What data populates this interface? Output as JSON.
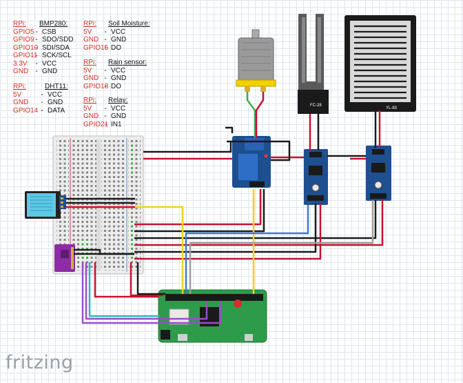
{
  "legend": {
    "bmp280": {
      "header_pin": "RPi:",
      "title": "BMP280:",
      "rows": [
        {
          "pin": "GPIO5",
          "signal": "CSB"
        },
        {
          "pin": "GPIO9",
          "signal": "SDO/SDD"
        },
        {
          "pin": "GPIO10",
          "signal": "SDI/SDA"
        },
        {
          "pin": "GPIO11",
          "signal": "SCK/SCL"
        },
        {
          "pin": "3.3V",
          "signal": "VCC"
        },
        {
          "pin": "GND",
          "signal": "GND"
        }
      ]
    },
    "dht11": {
      "header_pin": "RPi:",
      "title": "DHT11:",
      "rows": [
        {
          "pin": "5V",
          "signal": "VCC"
        },
        {
          "pin": "GND",
          "signal": "GND"
        },
        {
          "pin": "GPIO14",
          "signal": "DATA"
        }
      ]
    },
    "soil": {
      "header_pin": "RPi:",
      "title": "Soil Moisture:",
      "rows": [
        {
          "pin": "5V",
          "signal": "VCC"
        },
        {
          "pin": "GND",
          "signal": "GND"
        },
        {
          "pin": "GPIO15",
          "signal": "DO"
        }
      ]
    },
    "rain": {
      "header_pin": "RPi:",
      "title": "Rain sensor:",
      "rows": [
        {
          "pin": "5V",
          "signal": "VCC"
        },
        {
          "pin": "GND",
          "signal": "GND"
        },
        {
          "pin": "GPIO18",
          "signal": "DO"
        }
      ]
    },
    "relay": {
      "header_pin": "RPi:",
      "title": "Relay:",
      "rows": [
        {
          "pin": "5V",
          "signal": "VCC"
        },
        {
          "pin": "GND",
          "signal": "GND"
        },
        {
          "pin": "GPIO21",
          "signal": "IN1"
        }
      ]
    }
  },
  "boards": {
    "soil_module_label": "FC-28",
    "rain_module_label": "YL-83"
  },
  "brand": "fritzing",
  "colors": {
    "red_wire": "#c8102e",
    "black_wire": "#1a1a1a",
    "yellow_wire": "#f2d21b",
    "blue_wire": "#3a7bd5",
    "grey_wire": "#9e9e9e",
    "purple_wire": "#9b4dca",
    "cyan_wire": "#29b6c8",
    "green_wire": "#3fae49",
    "pin_text": "#d93025",
    "pcb_blue": "#1d4f91",
    "rpi_green": "#2e9b4a"
  }
}
